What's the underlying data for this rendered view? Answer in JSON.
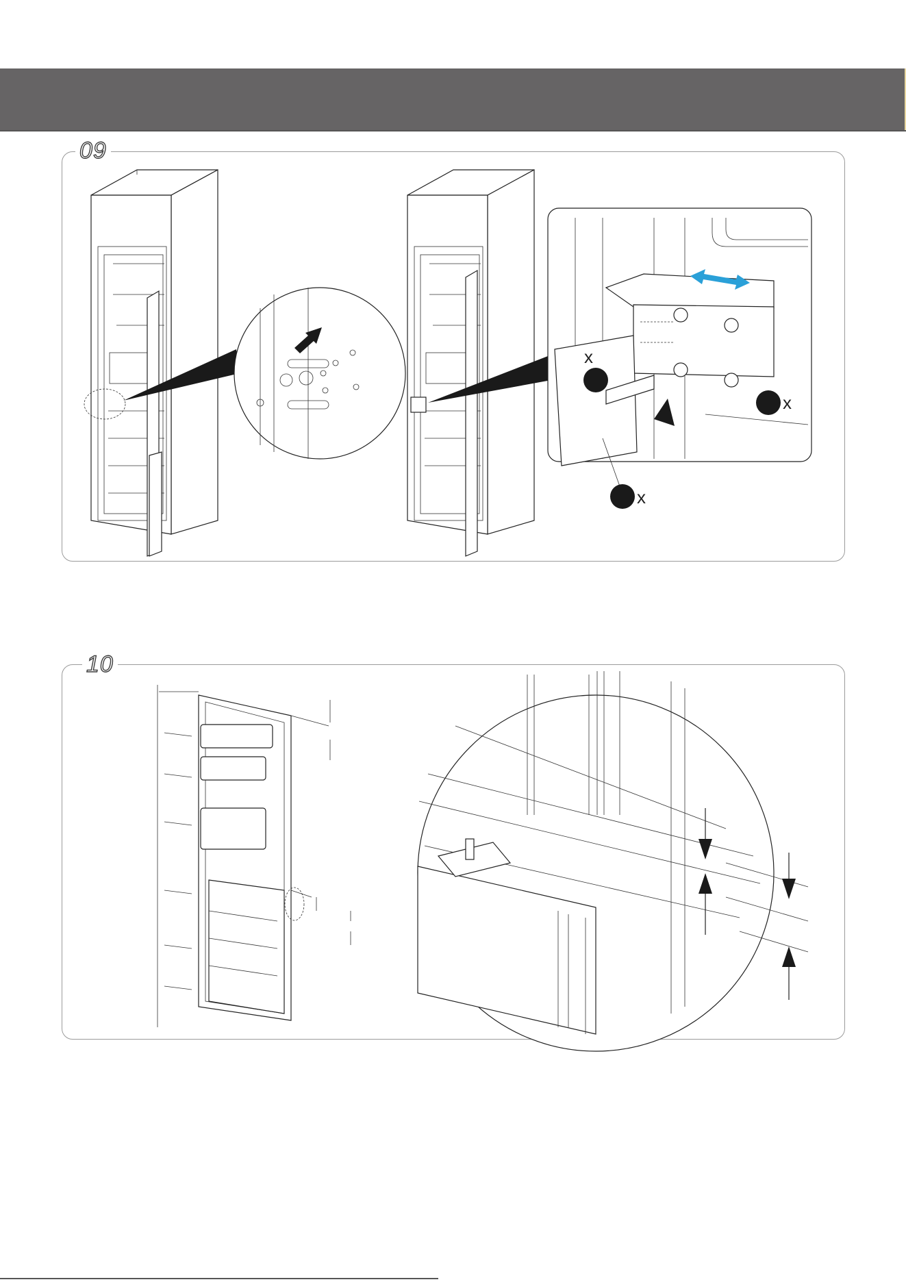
{
  "header": {
    "bar_color": "#666465"
  },
  "steps": [
    {
      "number": "09"
    },
    {
      "number": "10"
    }
  ],
  "callouts": {
    "marker_label": "x"
  },
  "colors": {
    "arrow_blue": "#2aa0d8",
    "line": "#222222",
    "panel_border": "#9a9a9a"
  },
  "footer": {
    "text": ""
  }
}
